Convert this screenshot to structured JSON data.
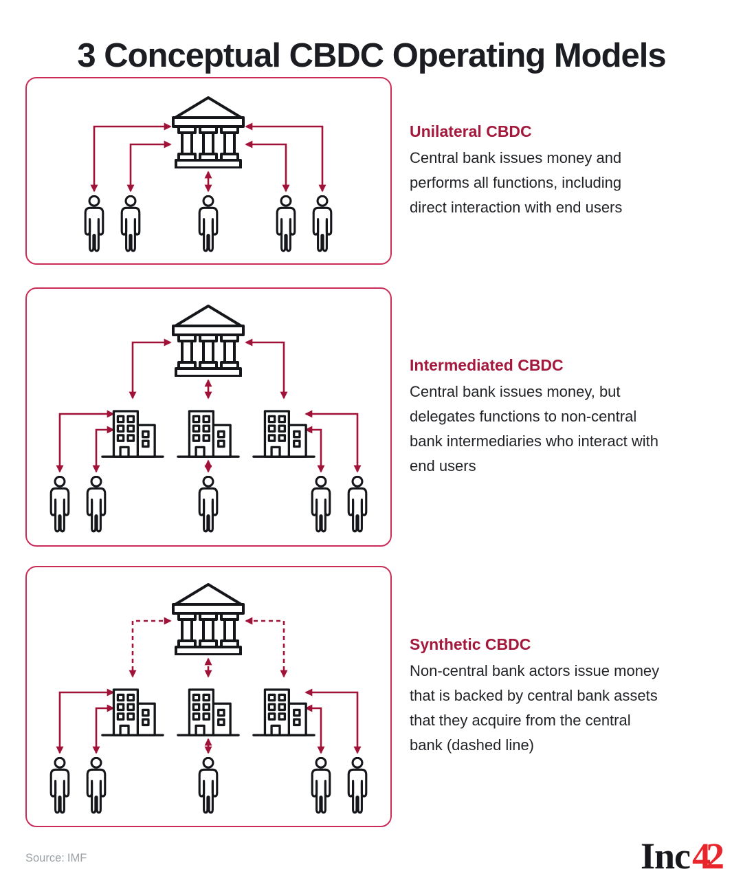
{
  "title": "3 Conceptual CBDC Operating Models",
  "panels": [
    {
      "heading": "Unilateral CBDC",
      "body": "Central bank issues money and\nperforms all functions, including\ndirect interaction with end users"
    },
    {
      "heading": "Intermediated CBDC",
      "body": "Central bank issues money, but\ndelegates functions to non-central\nbank intermediaries who interact with\nend users"
    },
    {
      "heading": "Synthetic CBDC",
      "body": "Non-central bank actors issue money\nthat is backed by central bank assets\nthat they acquire from the central\nbank (dashed line)"
    }
  ],
  "footer": {
    "source_label": "Source:",
    "source_value": "IMF",
    "logo_text_black": "Inc",
    "logo_text_red": "42"
  },
  "icons": {
    "central_bank": "bank-icon",
    "intermediary": "office-building-icon",
    "end_user": "person-icon",
    "flow": "arrow-connector",
    "synthetic_flow": "dashed-arrow-connector"
  },
  "colors": {
    "accent_crimson": "#A4183C",
    "arrow_crimson": "#A01238",
    "panel_border": "#CB2B57",
    "icon_ink": "#14161A",
    "logo_red": "#E8252B",
    "source_gray": "#9AA0A4",
    "text_dark": "#212327"
  }
}
